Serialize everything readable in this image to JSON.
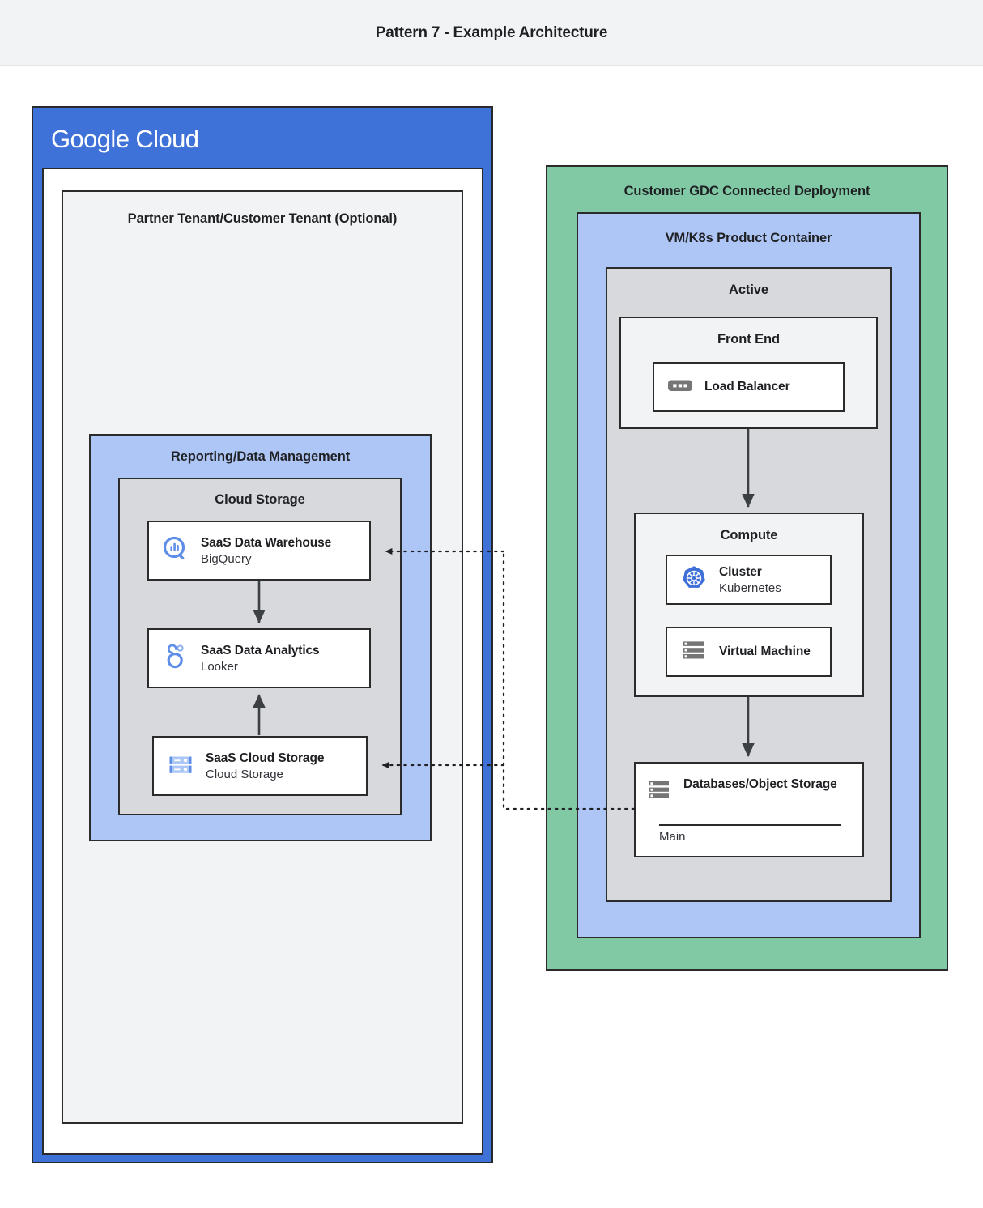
{
  "header": {
    "title": "Pattern 7 - Example Architecture",
    "background": "#f1f3f4"
  },
  "google_cloud": {
    "logo_bold": "Google",
    "logo_light": "Cloud",
    "background": "#3f72d8",
    "tenant": {
      "title": "Partner Tenant/Customer Tenant (Optional)",
      "background": "#f1f3f4"
    },
    "reporting": {
      "title": "Reporting/Data Management",
      "background": "#aec6f6",
      "cloud_storage": {
        "title": "Cloud Storage",
        "background": "#d8d9dc",
        "cards": [
          {
            "title": "SaaS Data Warehouse",
            "subtitle": "BigQuery",
            "icon": "bigquery-icon",
            "icon_color": "#5f8ee8"
          },
          {
            "title": "SaaS Data Analytics",
            "subtitle": "Looker",
            "icon": "looker-icon",
            "icon_color": "#5f8ee8"
          },
          {
            "title": "SaaS Cloud Storage",
            "subtitle": "Cloud Storage",
            "icon": "cloud-storage-icon",
            "icon_color": "#5f8ee8"
          }
        ]
      }
    }
  },
  "gdc": {
    "title": "Customer GDC Connected Deployment",
    "background": "#81c9a4",
    "product_container": {
      "title": "VM/K8s Product Container",
      "background": "#aec6f6",
      "active": {
        "title": "Active",
        "background": "#d8d9dc",
        "front_end": {
          "title": "Front End",
          "background": "#f1f3f4",
          "cards": [
            {
              "title": "Load Balancer",
              "subtitle": "",
              "icon": "load-balancer-icon",
              "icon_color": "#757575"
            }
          ]
        },
        "compute": {
          "title": "Compute",
          "background": "#f1f3f4",
          "cards": [
            {
              "title": "Cluster",
              "subtitle": "Kubernetes",
              "icon": "kubernetes-icon",
              "icon_color": "#3f6fd8"
            },
            {
              "title": "Virtual Machine",
              "subtitle": "",
              "icon": "virtual-machine-icon",
              "icon_color": "#757575"
            }
          ]
        },
        "database": {
          "title": "Databases/Object Storage",
          "subtitle": "Main",
          "icon": "database-storage-icon",
          "icon_color": "#757575"
        }
      }
    }
  },
  "connectors": {
    "solid_color": "#3c4043",
    "dotted_color": "#2b2b2b",
    "flows": [
      {
        "name": "warehouse-to-analytics",
        "style": "solid",
        "from": "SaaS Data Warehouse",
        "to": "SaaS Data Analytics"
      },
      {
        "name": "saas-storage-to-analytics",
        "style": "solid",
        "from": "SaaS Cloud Storage",
        "to": "SaaS Data Analytics"
      },
      {
        "name": "loadbalancer-to-compute",
        "style": "solid",
        "from": "Load Balancer",
        "to": "Compute"
      },
      {
        "name": "compute-to-database",
        "style": "solid",
        "from": "Compute",
        "to": "Databases/Object Storage"
      },
      {
        "name": "database-to-warehouse",
        "style": "dotted",
        "from": "Databases/Object Storage",
        "to": "SaaS Data Warehouse"
      },
      {
        "name": "database-to-saas-storage",
        "style": "dotted",
        "from": "Databases/Object Storage",
        "to": "SaaS Cloud Storage"
      }
    ]
  }
}
